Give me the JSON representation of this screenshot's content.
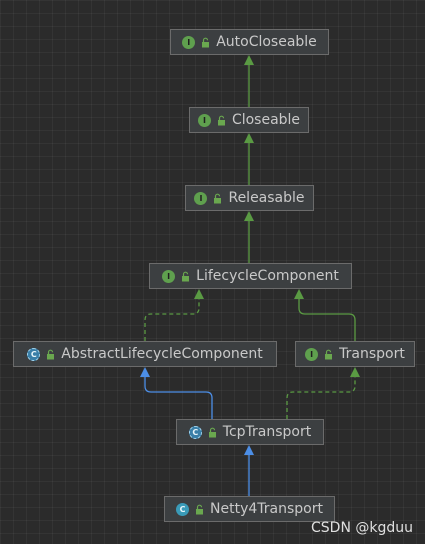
{
  "diagram": {
    "colors": {
      "extends_edge": "#5a9a43",
      "implements_edge": "#4c8ee6",
      "interface_badge": "#5fa04e",
      "class_badge": "#3a9bb8"
    },
    "nodes": [
      {
        "id": "autocloseable",
        "label": "AutoCloseable",
        "kind": "interface",
        "badge": "I"
      },
      {
        "id": "closeable",
        "label": "Closeable",
        "kind": "interface",
        "badge": "I"
      },
      {
        "id": "releasable",
        "label": "Releasable",
        "kind": "interface",
        "badge": "I"
      },
      {
        "id": "lifecyclecomponent",
        "label": "LifecycleComponent",
        "kind": "interface",
        "badge": "I"
      },
      {
        "id": "abstractlifecyclecomponent",
        "label": "AbstractLifecycleComponent",
        "kind": "abstract",
        "badge": "C"
      },
      {
        "id": "transport",
        "label": "Transport",
        "kind": "interface",
        "badge": "I"
      },
      {
        "id": "tcptransport",
        "label": "TcpTransport",
        "kind": "abstract",
        "badge": "C"
      },
      {
        "id": "netty4transport",
        "label": "Netty4Transport",
        "kind": "class",
        "badge": "C"
      }
    ],
    "edges": [
      {
        "from": "closeable",
        "to": "autocloseable",
        "type": "extends"
      },
      {
        "from": "releasable",
        "to": "closeable",
        "type": "extends"
      },
      {
        "from": "lifecyclecomponent",
        "to": "releasable",
        "type": "extends"
      },
      {
        "from": "abstractlifecyclecomponent",
        "to": "lifecyclecomponent",
        "type": "implements-interface"
      },
      {
        "from": "transport",
        "to": "lifecyclecomponent",
        "type": "extends"
      },
      {
        "from": "tcptransport",
        "to": "abstractlifecyclecomponent",
        "type": "extends-class"
      },
      {
        "from": "tcptransport",
        "to": "transport",
        "type": "implements-interface"
      },
      {
        "from": "netty4transport",
        "to": "tcptransport",
        "type": "extends-class"
      }
    ]
  },
  "watermark": "CSDN @kgduu"
}
